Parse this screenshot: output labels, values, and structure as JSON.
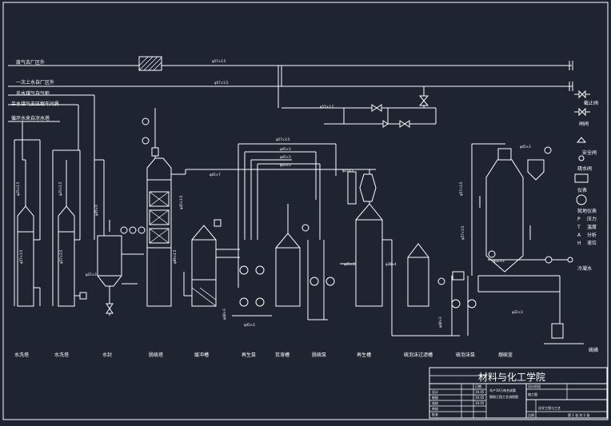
{
  "lines": {
    "line1": "废气去厂区外",
    "line2": "一次上水自厂区外",
    "line3": "半水煤气自气柜",
    "line4": "半水煤气去压缩车间界",
    "line5": "循环水来自凉水塔",
    "line1_spec": "φ57×3.5",
    "line2_spec": "φ57×3.5",
    "header_spec": "φ57×3.5",
    "upper_spec": "φ57×3.5",
    "right_spec": "φ57×3.5",
    "right_spec2": "φ57×3.5"
  },
  "equipment": [
    "水洗塔",
    "水洗塔",
    "水封",
    "脱硫塔",
    "缓冲槽",
    "再生泵",
    "贫液槽",
    "脱硫泵",
    "再生槽",
    "硫泡沫过滤槽",
    "硫泡沫泵",
    "熔硫釜"
  ],
  "legend": {
    "items": [
      "截止阀",
      "闸阀",
      "安全阀",
      "疏水阀",
      "仪表",
      "就地仪表"
    ],
    "instrument_codes": [
      "P",
      "T",
      "A",
      "H"
    ],
    "instrument_names": [
      "压力",
      "温度",
      "分析",
      "液位"
    ]
  },
  "outlets": {
    "cold_water": "冷凝水",
    "sulfur": "硫磺"
  },
  "title_block": {
    "school": "材料与化工学院",
    "project_line1": "年产30万吨合成氨",
    "project_line2": "脱硫工段工艺流程图",
    "dept": "化学工程与工艺",
    "cells": [
      "设计阶段",
      "施工图",
      "比例",
      "第 1 张 共 1 张",
      "日期",
      "19.05",
      "19.05",
      "19.05"
    ],
    "roles": [
      "设计",
      "制图",
      "校核",
      "审核",
      "批准"
    ]
  }
}
